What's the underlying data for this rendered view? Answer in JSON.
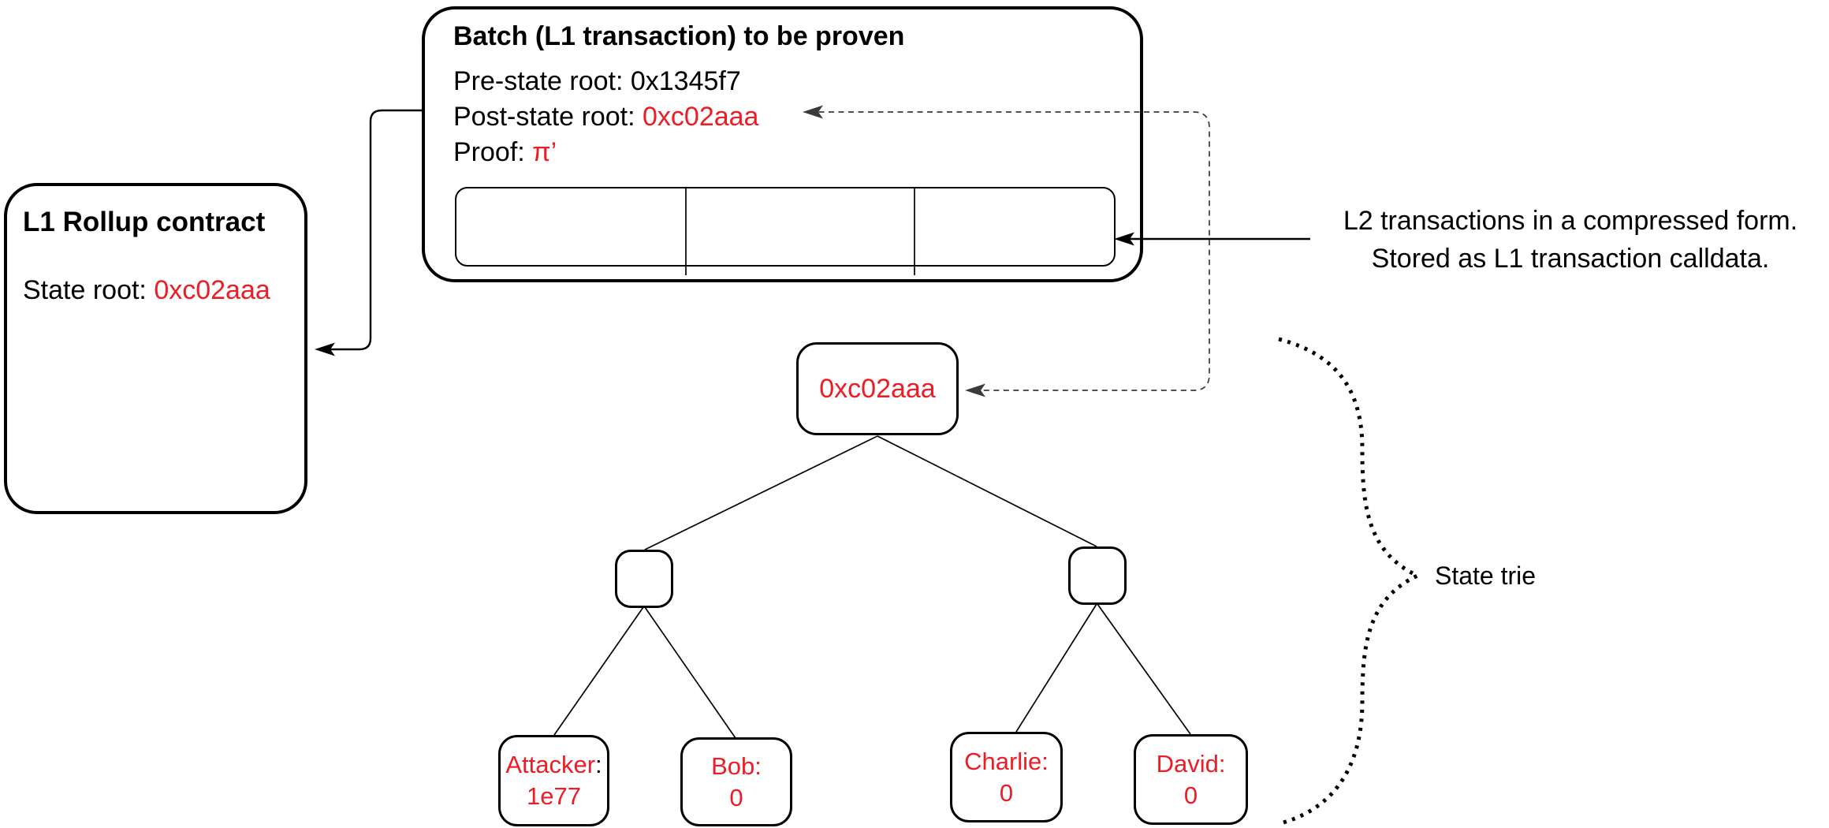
{
  "colors": {
    "red": "#ee1c25",
    "line": "#000000",
    "dashed_line": "#3a3a3a"
  },
  "l1_contract": {
    "title": "L1 Rollup contract",
    "state_root_label": "State root: ",
    "state_root_value": "0xc02aaa"
  },
  "batch": {
    "title": "Batch (L1 transaction) to be proven",
    "pre_state": "Pre-state root: 0x1345f7",
    "post_state_label": "Post-state root: ",
    "post_state_value": "0xc02aaa",
    "proof_label": "Proof: ",
    "proof_value": "π’"
  },
  "calldata_note": {
    "line1": "L2 transactions in a compressed form.",
    "line2": "Stored as L1 transaction calldata."
  },
  "state_trie": {
    "label": "State trie"
  },
  "tree": {
    "root_value": "0xc02aaa",
    "leaves": [
      {
        "label": "Attacker",
        "colon": ":",
        "value": "1e77"
      },
      {
        "label": "Bob:",
        "value": "0"
      },
      {
        "label": "Charlie:",
        "value": "0"
      },
      {
        "label": "David:",
        "value": "0"
      }
    ]
  }
}
